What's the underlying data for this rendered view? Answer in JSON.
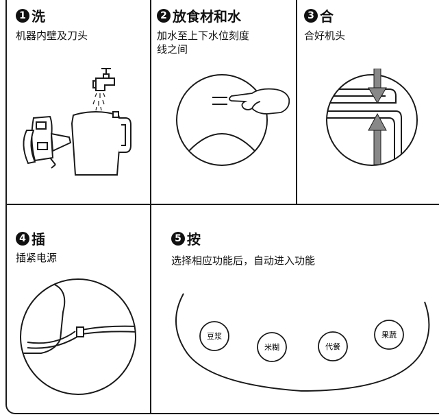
{
  "steps": [
    {
      "number": "1",
      "title": "洗",
      "desc": "机器内壁及刀头"
    },
    {
      "number": "2",
      "title": "放食材和水",
      "desc_line1": "加水至上下水位刻度",
      "desc_line2": "线之间"
    },
    {
      "number": "3",
      "title": "合",
      "desc": "合好机头"
    },
    {
      "number": "4",
      "title": "插",
      "desc": "插紧电源"
    },
    {
      "number": "5",
      "title": "按",
      "desc": "选择相应功能后，自动进入功能"
    }
  ],
  "panel_buttons": [
    {
      "label": "豆浆"
    },
    {
      "label": "米糊"
    },
    {
      "label": "代餐"
    },
    {
      "label": "果蔬"
    }
  ],
  "colors": {
    "line": "#1a1a1a",
    "arrow": "#888888",
    "background": "#ffffff"
  }
}
